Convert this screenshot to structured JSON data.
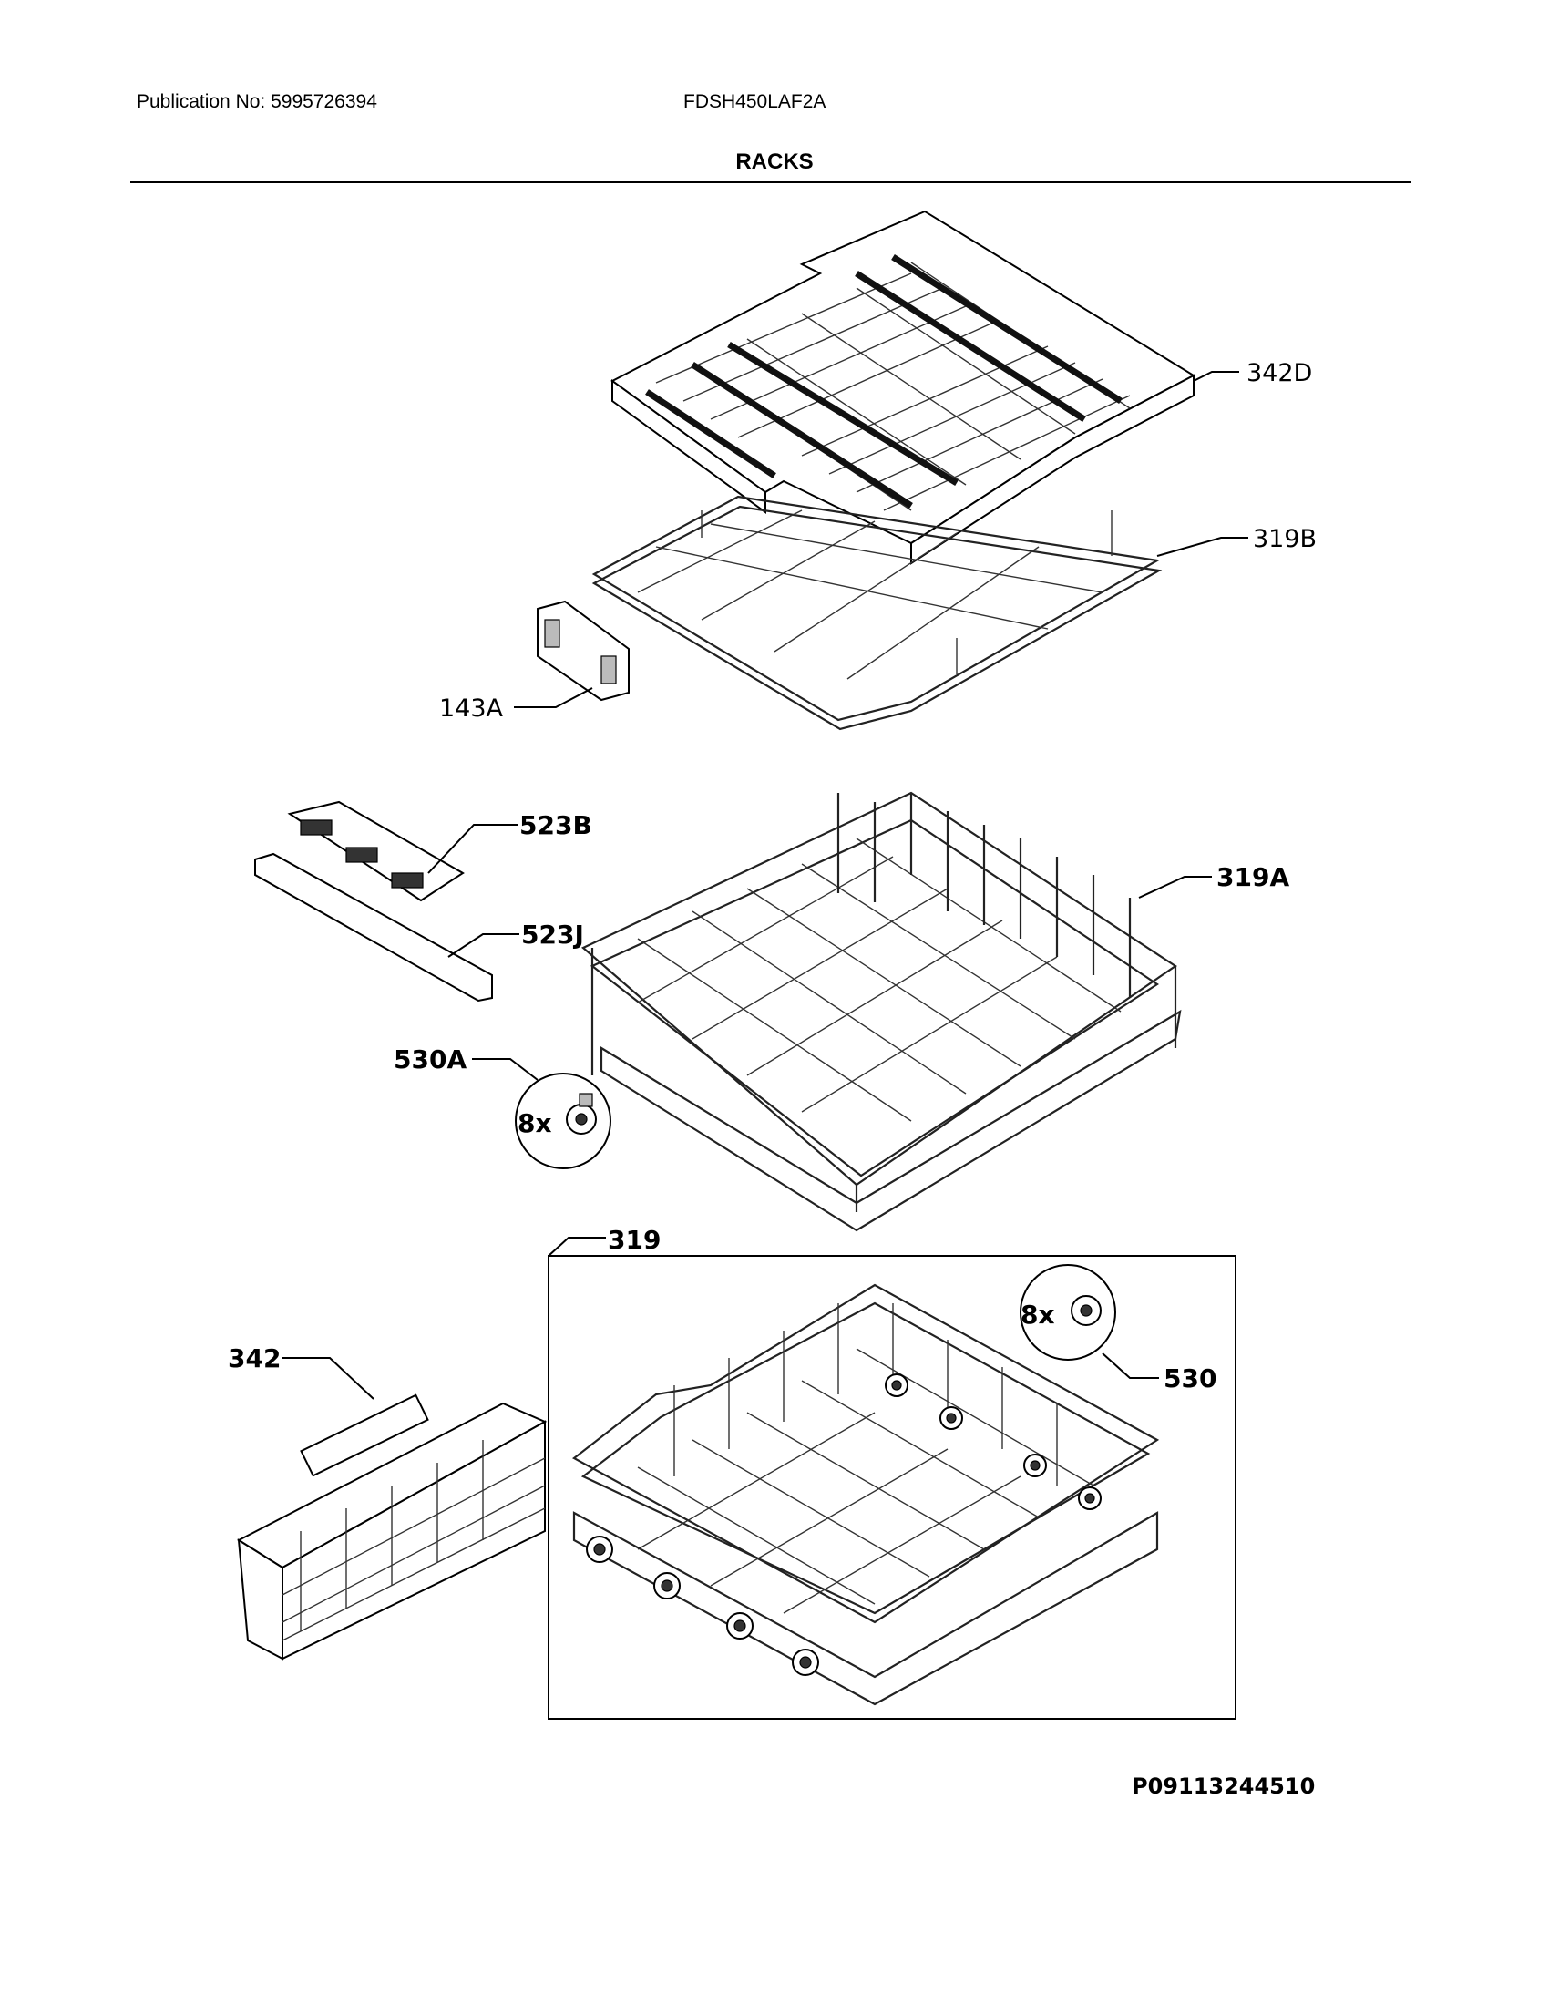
{
  "header": {
    "publication": "Publication No: 5995726394",
    "model": "FDSH450LAF2A",
    "title": "RACKS"
  },
  "callouts": {
    "p342D": "342D",
    "p319B": "319B",
    "p143A": "143A",
    "p523B": "523B",
    "p523J": "523J",
    "p319A": "319A",
    "p530A": "530A",
    "qty_530A": "8x",
    "p319": "319",
    "p342": "342",
    "p530": "530",
    "qty_530": "8x"
  },
  "footer": {
    "drawing_id": "P09113244510"
  }
}
